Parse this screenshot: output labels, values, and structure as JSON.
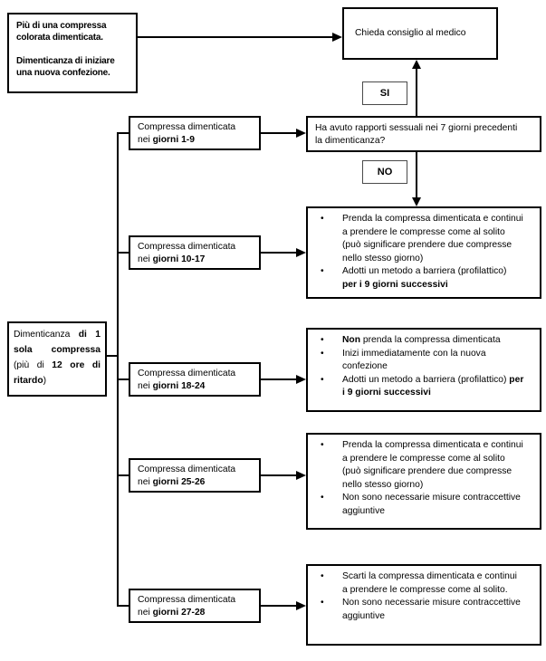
{
  "diagram": {
    "colors": {
      "background": "#ffffff",
      "line": "#000000",
      "text": "#000000",
      "label_box_border": "#4a4a4a"
    },
    "start_multi": {
      "para1": "Più di una compressa\ncolorata dimenticata.",
      "para2": "Dimenticanza di iniziare\nuna nuova confezione."
    },
    "consult": "Chieda consiglio al medico",
    "yes_label": "SI",
    "no_label": "NO",
    "question": "Ha avuto rapporti sessuali nei 7 giorni precedenti\nla dimenticanza?",
    "start_single": {
      "seg1": "Dimenticanza ",
      "seg2_bold": "di 1 sola compressa",
      "seg3": " (più di ",
      "seg4_bold": "12 ore di ritardo",
      "seg5": ")"
    },
    "day_boxes": [
      {
        "pre": "Compressa dimenticata\nnei ",
        "range_bold": "giorni 1-9"
      },
      {
        "pre": "Compressa dimenticata\nnei ",
        "range_bold": "giorni 10-17"
      },
      {
        "pre": "Compressa dimenticata\nnei ",
        "range_bold": "giorni 18-24"
      },
      {
        "pre": "Compressa dimenticata\nnei ",
        "range_bold": "giorni 25-26"
      },
      {
        "pre": "Compressa dimenticata\nnei ",
        "range_bold": "giorni 27-28"
      }
    ],
    "outcomes": [
      {
        "bullets": [
          {
            "pre": "Prenda la compressa dimenticata e continui\na prendere le compresse come al solito\n(può significare prendere due compresse\nnello stesso giorno)",
            "bold": "",
            "post": ""
          },
          {
            "pre": "Adotti un metodo a barriera (profilattico)\n",
            "bold": "per i 9 giorni successivi",
            "post": ""
          }
        ]
      },
      {
        "bullets": [
          {
            "pre": "",
            "bold": "Non",
            "post": " prenda la compressa dimenticata"
          },
          {
            "pre": "Inizi immediatamente con la nuova\nconfezione",
            "bold": "",
            "post": ""
          },
          {
            "pre": "Adotti un metodo a barriera (profilattico) ",
            "bold": "per\ni 9 giorni successivi",
            "post": ""
          }
        ]
      },
      {
        "bullets": [
          {
            "pre": "Prenda la compressa dimenticata e continui\na prendere le compresse come al solito\n(può significare prendere due compresse\nnello stesso giorno)",
            "bold": "",
            "post": ""
          },
          {
            "pre": "Non sono necessarie misure contraccettive\naggiuntive",
            "bold": "",
            "post": ""
          }
        ]
      },
      {
        "bullets": [
          {
            "pre": "Scarti la compressa dimenticata e continui\na prendere le compresse come al solito.",
            "bold": "",
            "post": ""
          },
          {
            "pre": "Non sono necessarie misure contraccettive\naggiuntive",
            "bold": "",
            "post": ""
          }
        ]
      }
    ]
  }
}
